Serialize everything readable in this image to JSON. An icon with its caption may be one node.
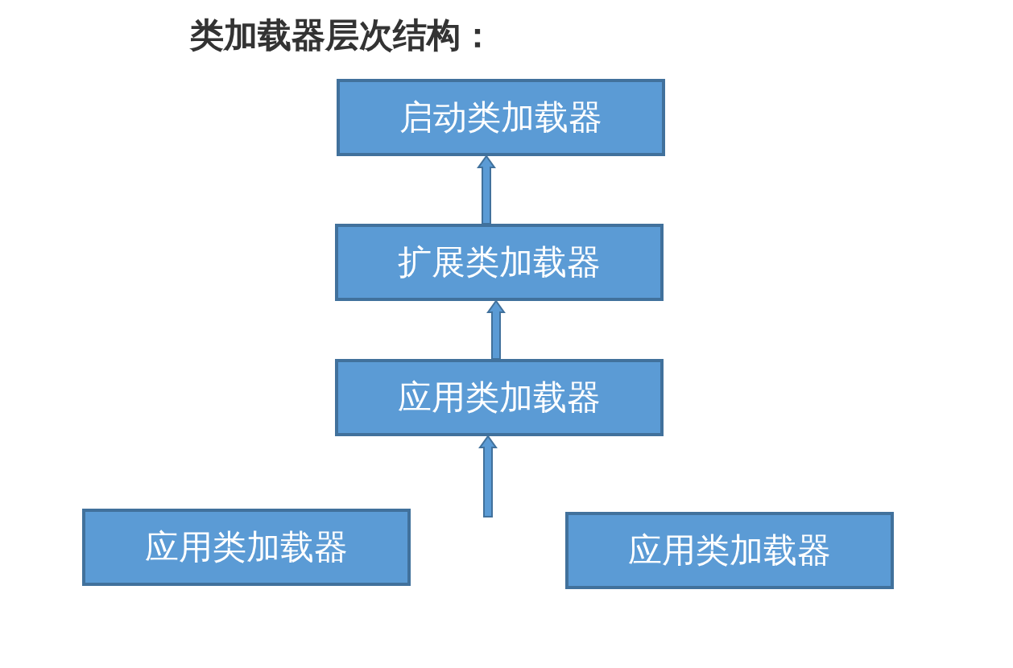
{
  "diagram": {
    "title": "类加载器层次结构：",
    "nodes": [
      {
        "text": [
          "启动类加载器"
        ]
      },
      {
        "text": [
          "扩展类加载器"
        ]
      },
      {
        "text": [
          "应用类加载器"
        ]
      },
      {
        "text": [
          "应用类加载器"
        ]
      },
      {
        "text": [
          "应用类加载器"
        ]
      }
    ],
    "edges": [
      {
        "from": 1,
        "to": 0,
        "arrow": "to"
      },
      {
        "from": 2,
        "to": 1,
        "arrow": "to"
      },
      {
        "from": null,
        "to": 2,
        "arrow": "to"
      }
    ]
  }
}
